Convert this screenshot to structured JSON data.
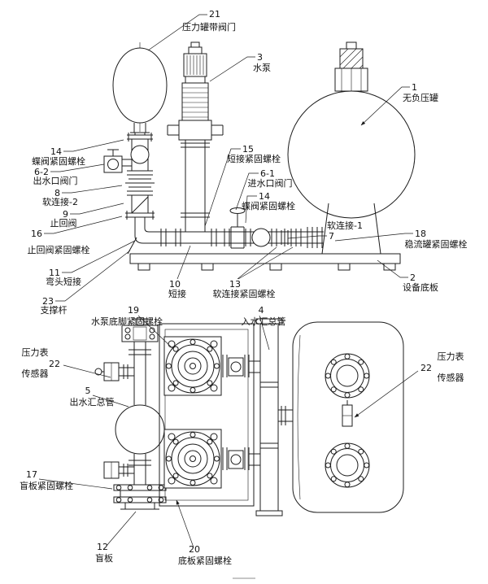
{
  "colors": {
    "line": "#1c1c1c",
    "background": "#ffffff"
  },
  "labels": {
    "l21": {
      "num": "21",
      "text": "压力罐带阀门"
    },
    "l3": {
      "num": "3",
      "text": "水泵"
    },
    "l1": {
      "num": "1",
      "text": "无负压罐"
    },
    "l14a": {
      "num": "14",
      "text": "蝶阀紧固螺栓"
    },
    "l6_2": {
      "num": "6-2",
      "text": "出水口阀门"
    },
    "l8": {
      "num": "8",
      "text": "软连接-2"
    },
    "l9": {
      "num": "9",
      "text": "止回阀"
    },
    "l16": {
      "num": "16",
      "text": "止回阀紧固螺栓"
    },
    "l11": {
      "num": "11",
      "text": "弯头短接"
    },
    "l23": {
      "num": "23",
      "text": "支撑杆"
    },
    "l15": {
      "num": "15",
      "text": "短接紧固螺栓"
    },
    "l6_1": {
      "num": "6-1",
      "text": "进水口阀门"
    },
    "l14b": {
      "num": "14",
      "text": "蝶阀紧固螺栓"
    },
    "l7": {
      "num": "7",
      "text": "软连接-1"
    },
    "l18": {
      "num": "18",
      "text": "稳流罐紧固螺栓"
    },
    "l2": {
      "num": "2",
      "text": "设备底板"
    },
    "l10": {
      "num": "10",
      "text": "短接"
    },
    "l13": {
      "num": "13",
      "text": "软连接紧固螺栓"
    },
    "l19": {
      "num": "19",
      "text": "水泵底脚紧固螺栓"
    },
    "l4": {
      "num": "4",
      "text": "入水汇总管"
    },
    "l22a": {
      "num": "22",
      "line1": "压力表",
      "line2": "传感器"
    },
    "l5": {
      "num": "5",
      "text": "出水汇总管"
    },
    "l17": {
      "num": "17",
      "text": "盲板紧固螺栓"
    },
    "l12": {
      "num": "12",
      "text": "盲板"
    },
    "l20": {
      "num": "20",
      "text": "底板紧固螺栓"
    },
    "l22b": {
      "num": "22",
      "line1": "压力表",
      "line2": "传感器"
    }
  }
}
